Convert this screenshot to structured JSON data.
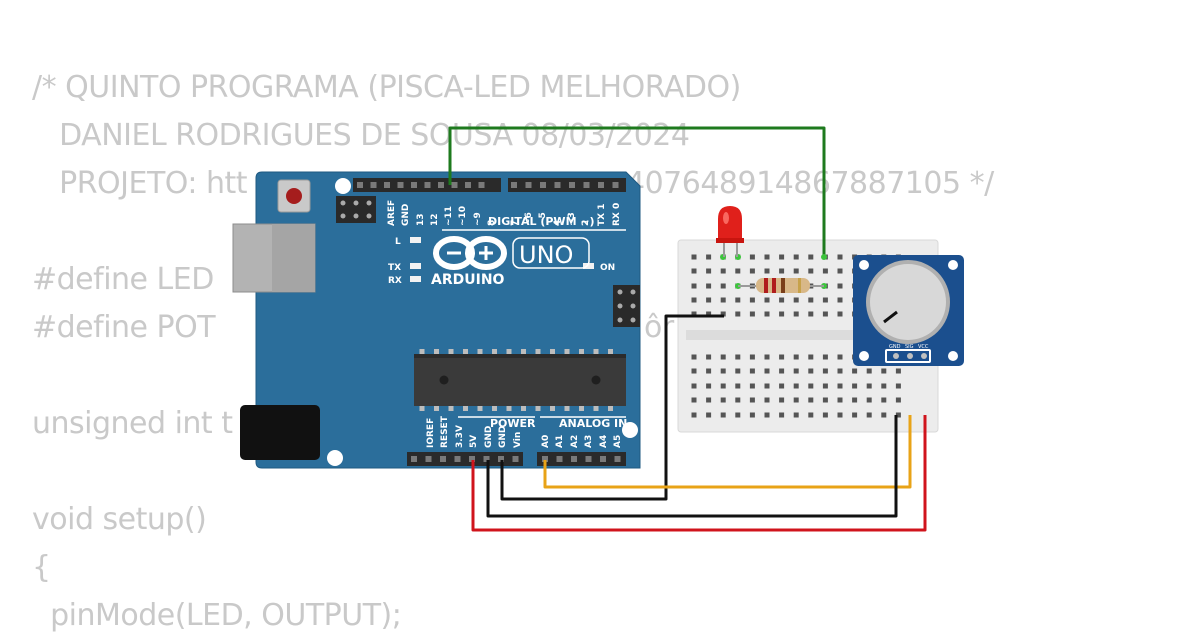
{
  "code": {
    "lines": [
      "/* QUINTO PROGRAMA (PISCA-LED MELHORADO)",
      "   DANIEL RODRIGUES DE SOUSA 08/03/2024",
      "   PROJETO: htt",
      "407648914867887105 */",
      "#define LED",
      "#define POT",
      "ôr",
      "unsigned int t",
      "void setup()",
      "{",
      "  pinMode(LED, OUTPUT);"
    ]
  },
  "arduino": {
    "brand": "ARDUINO",
    "model": "UNO",
    "digital_header": "DIGITAL (PWM ~)",
    "power_header": "POWER",
    "analog_header": "ANALOG IN",
    "led_l": "L",
    "led_tx": "TX",
    "led_rx": "RX",
    "led_on": "ON",
    "digital_pins": [
      "AREF",
      "GND",
      "13",
      "12",
      "~11",
      "~10",
      "~9",
      "8",
      "7",
      "~6",
      "~5",
      "4",
      "~3",
      "2",
      "TX 1",
      "RX 0"
    ],
    "power_pins": [
      "IOREF",
      "RESET",
      "3.3V",
      "5V",
      "GND",
      "GND",
      "Vin"
    ],
    "analog_pins": [
      "A0",
      "A1",
      "A2",
      "A3",
      "A4",
      "A5"
    ]
  },
  "potentiometer": {
    "pins": [
      "GND",
      "SIG",
      "VCC"
    ]
  },
  "wires": [
    {
      "from": "~11",
      "to": "breadboard",
      "color": "#1e7a1e"
    },
    {
      "from": "A0",
      "to": "potentiometer SIG",
      "color": "#e8a317"
    },
    {
      "from": "GND",
      "to": "potentiometer GND",
      "color": "#111111"
    },
    {
      "from": "5V",
      "to": "potentiometer VCC",
      "color": "#d0141c"
    },
    {
      "from": "GND",
      "to": "breadboard",
      "color": "#111111"
    }
  ],
  "colors": {
    "board": "#2b6e9b",
    "breadboard": "#ececec",
    "led": "#e0201b",
    "pot_board": "#1b4f8e"
  }
}
